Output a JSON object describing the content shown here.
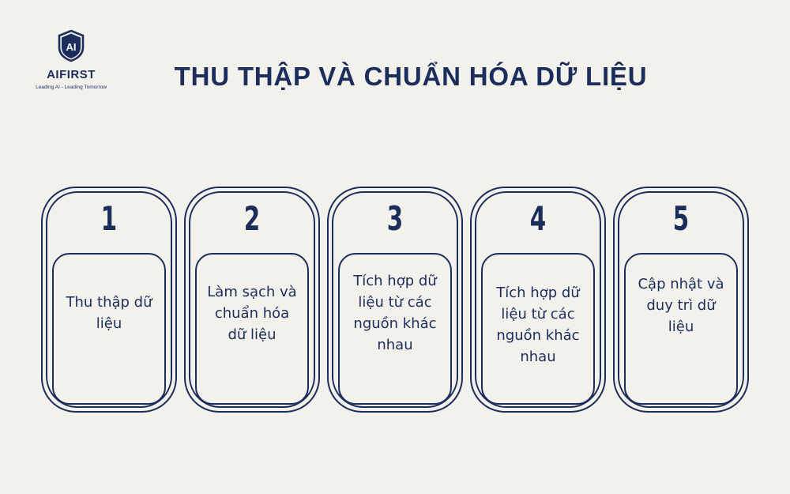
{
  "logo": {
    "name": "AIFIRST",
    "shield_text": "AI",
    "tagline": "Leading AI - Leading Tomorrow"
  },
  "title": "THU THẬP VÀ CHUẨN HÓA DỮ LIỆU",
  "steps": [
    {
      "number": "1",
      "text": "Thu thập dữ liệu"
    },
    {
      "number": "2",
      "text": "Làm sạch và chuẩn hóa dữ liệu"
    },
    {
      "number": "3",
      "text": "Tích hợp dữ liệu từ các nguồn khác nhau"
    },
    {
      "number": "4",
      "text": "Tích hợp dữ liệu từ các nguồn khác nhau"
    },
    {
      "number": "5",
      "text": "Cập nhật và duy trì dữ liệu"
    }
  ]
}
